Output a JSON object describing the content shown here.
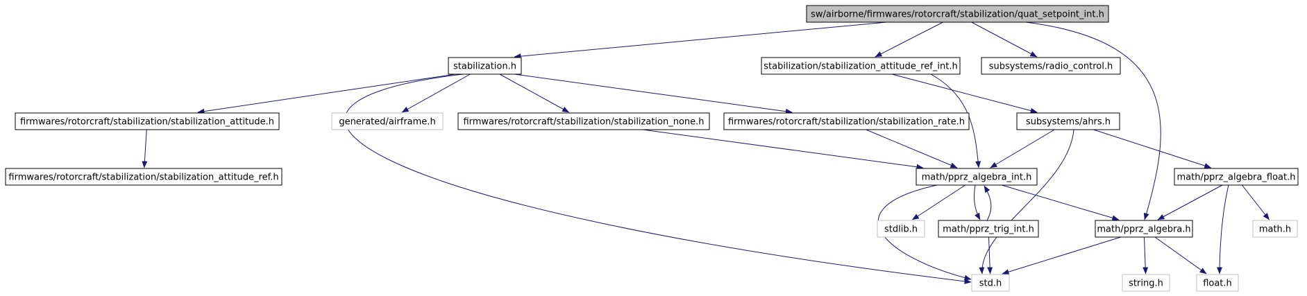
{
  "colors": {
    "edge": "#191970",
    "node_border": "#000000",
    "node_border_external": "#bfbfbf",
    "root_fill": "#bfbfbf",
    "node_fill": "#ffffff",
    "background": "#ffffff"
  },
  "nodes": {
    "root": {
      "label": "sw/airborne/firmwares/rotorcraft/stabilization/quat_setpoint_int.h",
      "style": "root"
    },
    "stabilization": {
      "label": "stabilization.h",
      "style": "normal"
    },
    "att_ref_int": {
      "label": "stabilization/stabilization_attitude_ref_int.h",
      "style": "normal"
    },
    "radio_control": {
      "label": "subsystems/radio_control.h",
      "style": "normal"
    },
    "stab_attitude": {
      "label": "firmwares/rotorcraft/stabilization/stabilization_attitude.h",
      "style": "normal"
    },
    "airframe": {
      "label": "generated/airframe.h",
      "style": "external"
    },
    "stab_none": {
      "label": "firmwares/rotorcraft/stabilization/stabilization_none.h",
      "style": "normal"
    },
    "stab_rate": {
      "label": "firmwares/rotorcraft/stabilization/stabilization_rate.h",
      "style": "normal"
    },
    "ahrs": {
      "label": "subsystems/ahrs.h",
      "style": "normal"
    },
    "stab_att_ref": {
      "label": "firmwares/rotorcraft/stabilization/stabilization_attitude_ref.h",
      "style": "normal"
    },
    "algebra_int": {
      "label": "math/pprz_algebra_int.h",
      "style": "normal"
    },
    "algebra_float": {
      "label": "math/pprz_algebra_float.h",
      "style": "normal"
    },
    "stdlib": {
      "label": "stdlib.h",
      "style": "external"
    },
    "trig_int": {
      "label": "math/pprz_trig_int.h",
      "style": "normal"
    },
    "algebra": {
      "label": "math/pprz_algebra.h",
      "style": "normal"
    },
    "math": {
      "label": "math.h",
      "style": "external"
    },
    "std": {
      "label": "std.h",
      "style": "external"
    },
    "string": {
      "label": "string.h",
      "style": "external"
    },
    "float": {
      "label": "float.h",
      "style": "external"
    }
  },
  "edges": [
    [
      "root",
      "stabilization"
    ],
    [
      "root",
      "att_ref_int"
    ],
    [
      "root",
      "radio_control"
    ],
    [
      "root",
      "algebra"
    ],
    [
      "stabilization",
      "stab_attitude"
    ],
    [
      "stabilization",
      "airframe"
    ],
    [
      "stabilization",
      "stab_none"
    ],
    [
      "stabilization",
      "stab_rate"
    ],
    [
      "stabilization",
      "std"
    ],
    [
      "att_ref_int",
      "ahrs"
    ],
    [
      "att_ref_int",
      "algebra_int"
    ],
    [
      "stab_attitude",
      "stab_att_ref"
    ],
    [
      "stab_none",
      "algebra_int"
    ],
    [
      "stab_rate",
      "algebra_int"
    ],
    [
      "ahrs",
      "algebra_int"
    ],
    [
      "ahrs",
      "algebra_float"
    ],
    [
      "ahrs",
      "std"
    ],
    [
      "algebra_int",
      "stdlib"
    ],
    [
      "algebra_int",
      "trig_int"
    ],
    [
      "algebra_int",
      "algebra"
    ],
    [
      "algebra_int",
      "std"
    ],
    [
      "trig_int",
      "algebra_int"
    ],
    [
      "trig_int",
      "std"
    ],
    [
      "algebra_float",
      "algebra"
    ],
    [
      "algebra_float",
      "math"
    ],
    [
      "algebra_float",
      "float"
    ],
    [
      "algebra",
      "std"
    ],
    [
      "algebra",
      "string"
    ],
    [
      "algebra",
      "float"
    ]
  ]
}
